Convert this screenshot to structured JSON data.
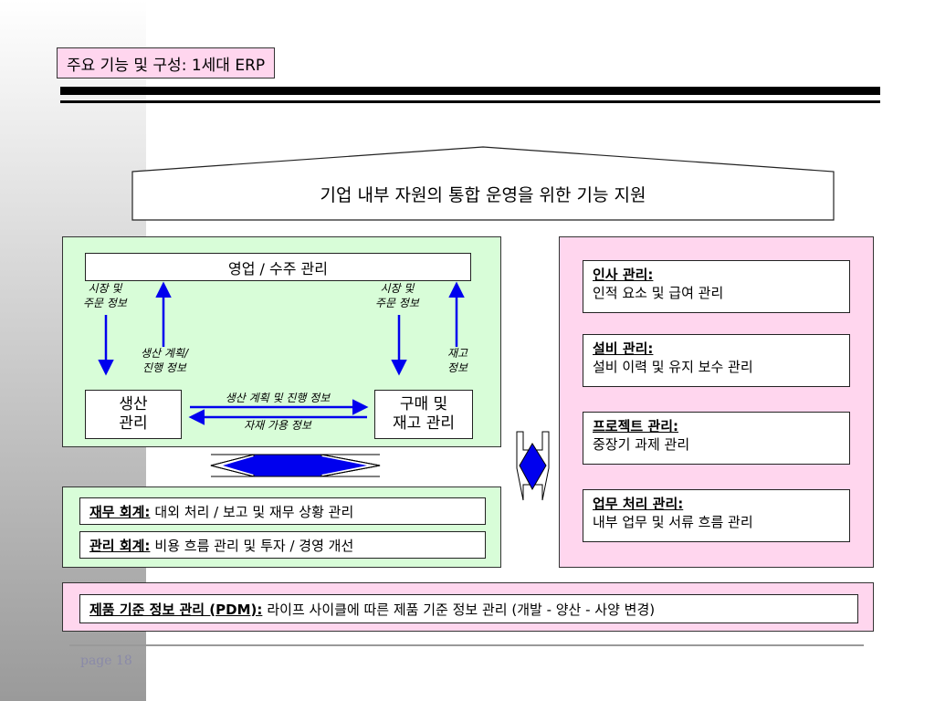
{
  "title": "주요 기능 및 구성: 1세대 ERP",
  "banner": "기업 내부 자원의 통합 운영을 위한 기능 지원",
  "green_panel": {
    "sales": "영업 / 수주 관리",
    "production": [
      "생산",
      "관리"
    ],
    "purchase": [
      "구매 및",
      "재고 관리"
    ],
    "left_top_label": [
      "시장 및",
      "주문 정보"
    ],
    "left_mid_label": [
      "생산 계획/",
      "진행 정보"
    ],
    "right_top_label": [
      "시장 및",
      "주문 정보"
    ],
    "right_mid_label": [
      "재고",
      "정보"
    ],
    "center_top_label": "생산 계획 및 진행 정보",
    "center_bottom_label": "자재 가용 정보"
  },
  "pink_panel": [
    {
      "heading": "인사 관리:",
      "detail": "인적 요소 및 급여 관리"
    },
    {
      "heading": "설비 관리:",
      "detail": "설비 이력 및 유지 보수 관리"
    },
    {
      "heading": "프로젝트 관리:",
      "detail": "중장기 과제 관리"
    },
    {
      "heading": "업무 처리 관리:",
      "detail": "내부 업무 및 서류 흐름 관리"
    }
  ],
  "finance": [
    {
      "heading": "재무 회계:",
      "detail": "대외 처리 / 보고 및 재무 상황 관리"
    },
    {
      "heading": "관리 회계:",
      "detail": "비용 흐름 관리 및 투자 / 경영 개선"
    }
  ],
  "pdm": {
    "heading": "제품 기준 정보 관리 (PDM):",
    "detail": "라이프 사이클에 따른 제품 기준 정보 관리 (개발 - 양산 - 사양 변경)"
  },
  "page": "page  18",
  "colors": {
    "green": "#d8fdd8",
    "pink": "#ffd6ee",
    "arrow_blue": "#0000ee"
  }
}
